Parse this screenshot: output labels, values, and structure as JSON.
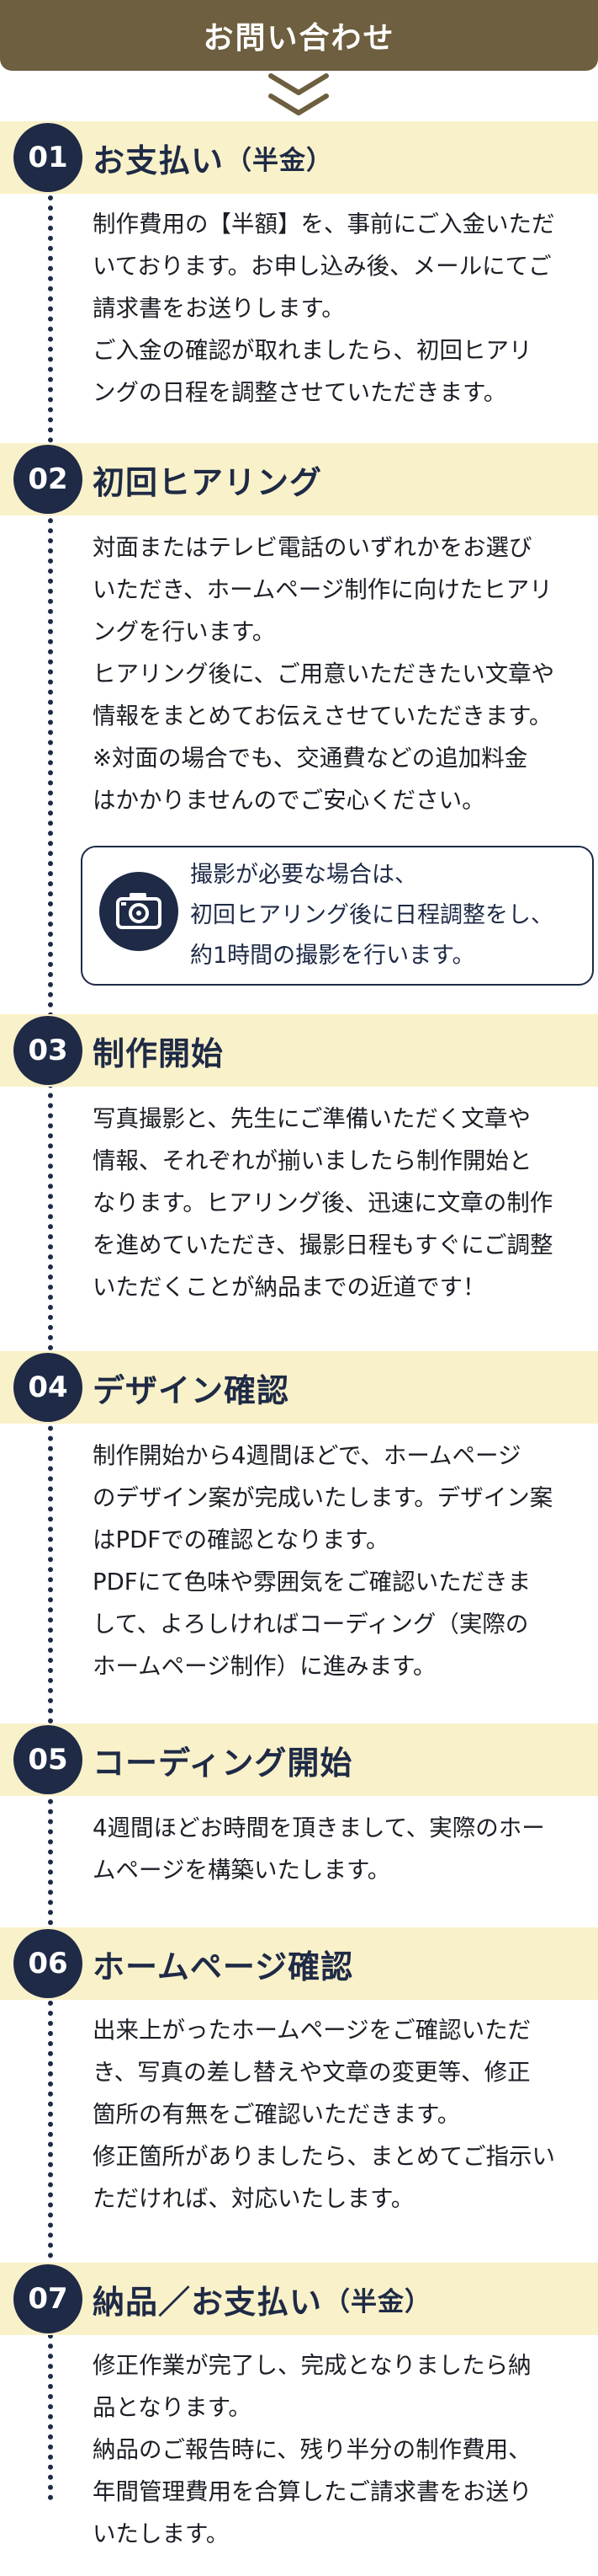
{
  "header": {
    "title": "お問い合わせ"
  },
  "icons": {
    "arrow": "double-chevron-down-icon",
    "camera": "camera-icon"
  },
  "colors": {
    "navy": "#1e2a46",
    "header_brown": "#6d5f3f",
    "bar_cream": "#f9f1c9"
  },
  "steps": [
    {
      "num": "01",
      "title": "お支払い",
      "sub": "（半金）",
      "text": "制作費用の【半額】を、事前にご入金いただ\nいております。お申し込み後、メールにてご\n請求書をお送りします。\nご入金の確認が取れましたら、初回ヒアリ\nングの日程を調整させていただきます。"
    },
    {
      "num": "02",
      "title": "初回ヒアリング",
      "sub": "",
      "text": "対面またはテレビ電話のいずれかをお選び\nいただき、ホームページ制作に向けたヒアリ\nングを行います。\nヒアリング後に、ご用意いただきたい文章や\n情報をまとめてお伝えさせていただきます。\n※対面の場合でも、交通費などの追加料金\nはかかりませんのでご安心ください。"
    },
    {
      "num": "03",
      "title": "制作開始",
      "sub": "",
      "text": "写真撮影と、先生にご準備いただく文章や\n情報、それぞれが揃いましたら制作開始と\nなります。ヒアリング後、迅速に文章の制作\nを進めていただき、撮影日程もすぐにご調整\nいただくことが納品までの近道です！"
    },
    {
      "num": "04",
      "title": "デザイン確認",
      "sub": "",
      "text": "制作開始から4週間ほどで、ホームページ\nのデザイン案が完成いたします。デザイン案\nはPDFでの確認となります。\nPDFにて色味や雰囲気をご確認いただきま\nして、よろしければコーディング（実際の\nホームページ制作）に進みます。"
    },
    {
      "num": "05",
      "title": "コーディング開始",
      "sub": "",
      "text": "4週間ほどお時間を頂きまして、実際のホー\nムページを構築いたします。"
    },
    {
      "num": "06",
      "title": "ホームページ確認",
      "sub": "",
      "text": "出来上がったホームページをご確認いただ\nき、写真の差し替えや文章の変更等、修正\n箇所の有無をご確認いただきます。\n修正箇所がありましたら、まとめてご指示い\nただければ、対応いたします。"
    },
    {
      "num": "07",
      "title": "納品／お支払い",
      "sub": "（半金）",
      "text": "修正作業が完了し、完成となりましたら納\n品となります。\n納品のご報告時に、残り半分の制作費用、\n年間管理費用を合算したご請求書をお送り\nいたします。"
    }
  ],
  "note": {
    "text": "撮影が必要な場合は、\n初回ヒアリング後に日程調整をし、\n約1時間の撮影を行います。"
  }
}
